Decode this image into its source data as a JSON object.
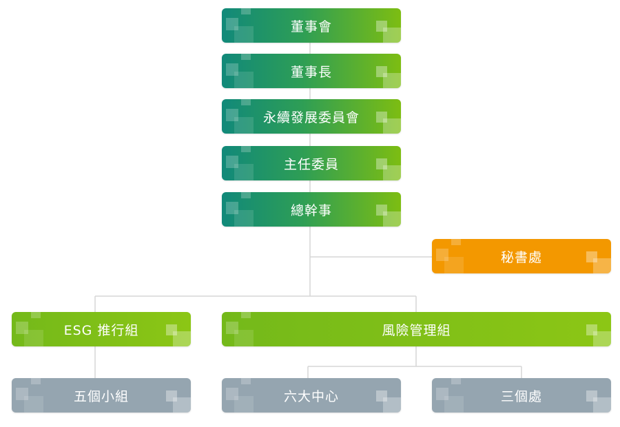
{
  "nodes": {
    "board": {
      "label": "董事會"
    },
    "chairman": {
      "label": "董事長"
    },
    "sustainability_committee": {
      "label": "永續發展委員會"
    },
    "chief_commissioner": {
      "label": "主任委員"
    },
    "executive_secretary": {
      "label": "總幹事"
    },
    "secretariat": {
      "label": "秘書處"
    },
    "esg_promotion_group": {
      "label": "ESG 推行組"
    },
    "risk_management_group": {
      "label": "風險管理組"
    },
    "five_teams": {
      "label": "五個小組"
    },
    "six_centers": {
      "label": "六大中心"
    },
    "three_offices": {
      "label": "三個處"
    }
  },
  "colors": {
    "teal_start": "#11897a",
    "teal_end": "#7dbd12",
    "lime": "#8cc615",
    "orange": "#f39800",
    "gray": "#95a5b0",
    "connector": "#d6d6d6"
  }
}
